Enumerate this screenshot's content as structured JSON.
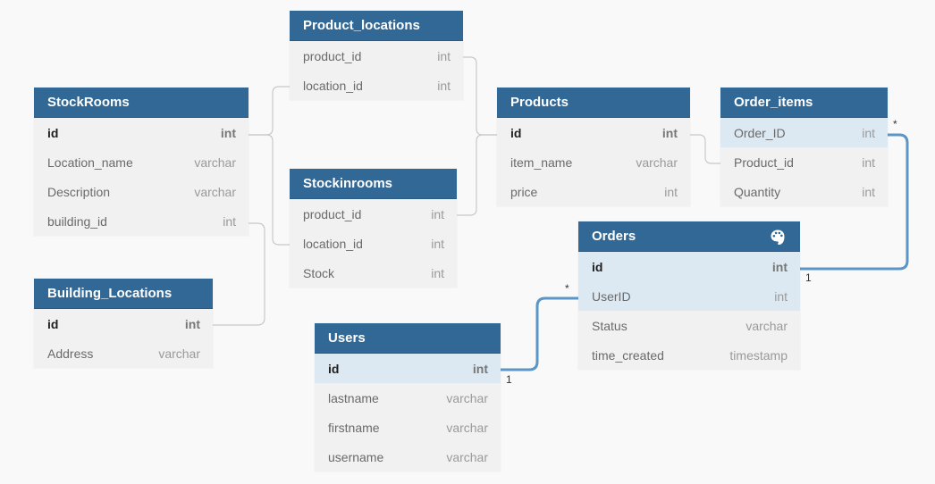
{
  "tables": {
    "product_locations": {
      "name": "Product_locations",
      "fields": [
        {
          "name": "product_id",
          "type": "int"
        },
        {
          "name": "location_id",
          "type": "int"
        }
      ]
    },
    "stockrooms": {
      "name": "StockRooms",
      "fields": [
        {
          "name": "id",
          "type": "int"
        },
        {
          "name": "Location_name",
          "type": "varchar"
        },
        {
          "name": "Description",
          "type": "varchar"
        },
        {
          "name": "building_id",
          "type": "int"
        }
      ]
    },
    "stockinrooms": {
      "name": "Stockinrooms",
      "fields": [
        {
          "name": "product_id",
          "type": "int"
        },
        {
          "name": "location_id",
          "type": "int"
        },
        {
          "name": "Stock",
          "type": "int"
        }
      ]
    },
    "products": {
      "name": "Products",
      "fields": [
        {
          "name": "id",
          "type": "int"
        },
        {
          "name": "item_name",
          "type": "varchar"
        },
        {
          "name": "price",
          "type": "int"
        }
      ]
    },
    "order_items": {
      "name": "Order_items",
      "fields": [
        {
          "name": "Order_ID",
          "type": "int"
        },
        {
          "name": "Product_id",
          "type": "int"
        },
        {
          "name": "Quantity",
          "type": "int"
        }
      ]
    },
    "orders": {
      "name": "Orders",
      "fields": [
        {
          "name": "id",
          "type": "int"
        },
        {
          "name": "UserID",
          "type": "int"
        },
        {
          "name": "Status",
          "type": "varchar"
        },
        {
          "name": "time_created",
          "type": "timestamp"
        }
      ]
    },
    "building_locations": {
      "name": "Building_Locations",
      "fields": [
        {
          "name": "id",
          "type": "int"
        },
        {
          "name": "Address",
          "type": "varchar"
        }
      ]
    },
    "users": {
      "name": "Users",
      "fields": [
        {
          "name": "id",
          "type": "int"
        },
        {
          "name": "lastname",
          "type": "varchar"
        },
        {
          "name": "firstname",
          "type": "varchar"
        },
        {
          "name": "username",
          "type": "varchar"
        }
      ]
    }
  },
  "cardinality": {
    "order_items_many": "*",
    "orders_one": "1",
    "orders_userid_many": "*",
    "users_one": "1"
  },
  "colors": {
    "header": "#316896",
    "highlight_row": "#dde9f2",
    "active_link": "#5b96c6",
    "link": "#c8c8c8"
  },
  "icons": {
    "orders_header": "palette-icon"
  }
}
